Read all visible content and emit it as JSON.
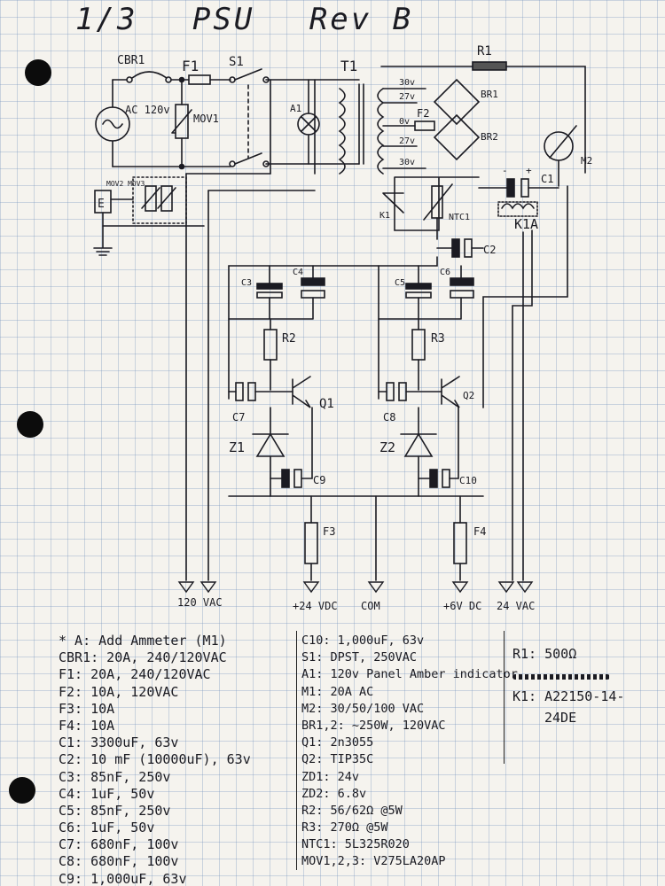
{
  "title": {
    "part1": "1/3",
    "part2": "PSU",
    "part3": "Rev B"
  },
  "labels": {
    "cbr1": "CBR1",
    "f1": "F1",
    "s1": "S1",
    "t1": "T1",
    "r1": "R1",
    "ac_source": "AC 120v",
    "mov1": "MOV1",
    "mov23": "MOV2 MOV3",
    "e": "E",
    "a1": "A1",
    "tap30a": "30v",
    "tap27a": "27v",
    "tap0": "0v",
    "tap27b": "27v",
    "tap30b": "30v",
    "f2": "F2",
    "br1": "BR1",
    "br2": "BR2",
    "m2": "M2",
    "c1": "C1",
    "k1a": "K1A",
    "k1": "K1",
    "ntc1": "NTC1",
    "c2": "C2",
    "c3": "C3",
    "c4": "C4",
    "c5": "C5",
    "c6": "C6",
    "r2": "R2",
    "r3": "R3",
    "c7": "C7",
    "c8": "C8",
    "q1": "Q1",
    "q2": "Q2",
    "z1": "Z1",
    "z2": "Z2",
    "c9": "C9",
    "c10": "C10",
    "f3": "F3",
    "f4": "F4",
    "out1": "120 VAC",
    "out2": "+24 VDC",
    "out3": "COM",
    "out4": "+6V DC",
    "out5": "24 VAC"
  },
  "bom_col1": [
    "* A: Add Ammeter (M1)",
    "CBR1: 20A, 240/120VAC",
    "F1: 20A, 240/120VAC",
    "F2: 10A, 120VAC",
    "F3: 10A",
    "F4: 10A",
    "C1: 3300uF, 63v",
    "C2: 10 mF (10000uF), 63v",
    "C3: 85nF, 250v",
    "C4: 1uF, 50v",
    "C5: 85nF, 250v",
    "C6: 1uF, 50v",
    "C7: 680nF, 100v",
    "C8: 680nF, 100v",
    "C9: 1,000uF, 63v"
  ],
  "bom_col2": [
    "C10: 1,000uF, 63v",
    "S1: DPST, 250VAC",
    "A1: 120v Panel Amber indicator",
    "M1: 20A AC",
    "M2: 30/50/100 VAC",
    "BR1,2: ~250W, 120VAC",
    "Q1: 2n3055",
    "Q2: TIP35C",
    "ZD1: 24v",
    "ZD2: 6.8v",
    "R2: 56/62Ω @5W",
    "R3: 270Ω @5W",
    "NTC1: 5L325R020",
    "MOV1,2,3: V275LA20AP"
  ],
  "bom_col3": [
    "R1: 500Ω",
    "K1: A22150-14-",
    "24DE"
  ],
  "colors": {
    "ink": "#1b1b22",
    "paper": "#f5f3ee",
    "grid": "#98b0cc"
  }
}
